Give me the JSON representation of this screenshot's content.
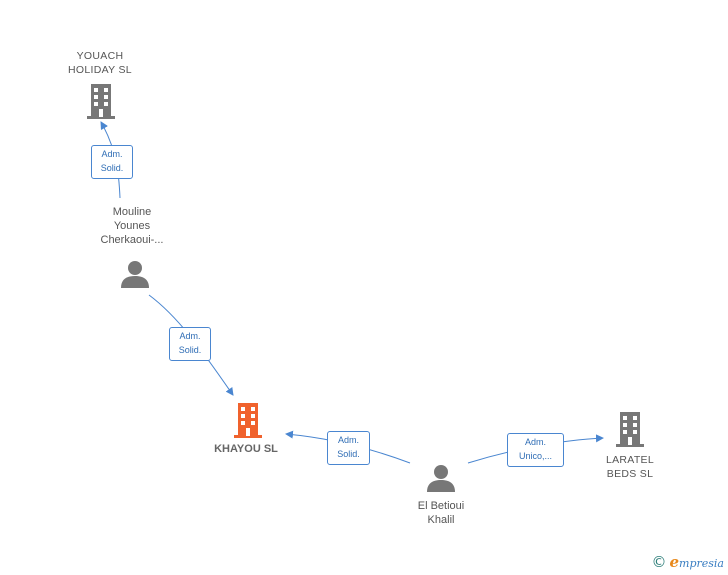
{
  "nodes": {
    "youach": {
      "line1": "YOUACH",
      "line2": "HOLIDAY  SL",
      "icon": "building-icon",
      "color": "#777777"
    },
    "mouline": {
      "line1": "Mouline",
      "line2": "Younes",
      "line3": "Cherkaoui-...",
      "icon": "person-icon",
      "color": "#777777"
    },
    "khayou": {
      "line1": "KHAYOU  SL",
      "icon": "building-icon",
      "color": "#f0622d"
    },
    "betioui": {
      "line1": "El Betioui",
      "line2": "Khalil",
      "icon": "person-icon",
      "color": "#777777"
    },
    "laratel": {
      "line1": "LARATEL",
      "line2": "BEDS  SL",
      "icon": "building-icon",
      "color": "#777777"
    }
  },
  "relations": {
    "r1": {
      "line1": "Adm.",
      "line2": "Solid."
    },
    "r2": {
      "line1": "Adm.",
      "line2": "Solid."
    },
    "r3": {
      "line1": "Adm.",
      "line2": "Solid."
    },
    "r4": {
      "line1": "Adm.",
      "line2": "Unico,..."
    }
  },
  "colors": {
    "edge": "#4a86d0",
    "relation_text": "#2f6db5"
  },
  "brand": {
    "copyright": "©",
    "initial": "e",
    "rest": "mpresia"
  }
}
